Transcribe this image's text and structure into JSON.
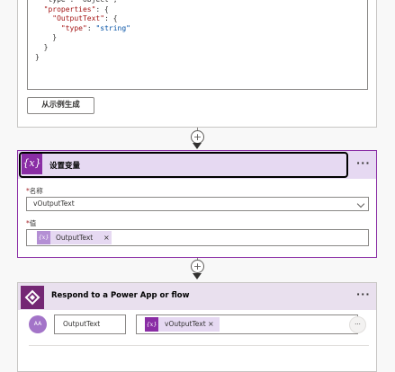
{
  "code_editor": {
    "lines": [
      {
        "indent": 2,
        "parts": [
          {
            "t": "\"type\": \"object\",",
            "c": "p"
          }
        ]
      },
      {
        "indent": 2,
        "parts": [
          {
            "t": "\"properties\"",
            "c": "k"
          },
          {
            "t": ": {",
            "c": "p"
          }
        ]
      },
      {
        "indent": 4,
        "parts": [
          {
            "t": "\"OutputText\"",
            "c": "k"
          },
          {
            "t": ": {",
            "c": "p"
          }
        ]
      },
      {
        "indent": 6,
        "parts": [
          {
            "t": "\"type\"",
            "c": "k"
          },
          {
            "t": ": ",
            "c": "p"
          },
          {
            "t": "\"string\"",
            "c": "s"
          }
        ]
      },
      {
        "indent": 4,
        "parts": [
          {
            "t": "}",
            "c": "p"
          }
        ]
      },
      {
        "indent": 2,
        "parts": [
          {
            "t": "}",
            "c": "p"
          }
        ]
      },
      {
        "indent": 0,
        "parts": [
          {
            "t": "}",
            "c": "p"
          }
        ]
      }
    ]
  },
  "schema_card": {
    "generate_button_label": "从示例生成"
  },
  "connector_1": {
    "plus_icon": "+"
  },
  "set_variable_card": {
    "icon_text": "{x}",
    "title": "设置变量",
    "more_icon": "···",
    "name_label_required": "*",
    "name_label": "名称",
    "name_value": "vOutputText",
    "value_label_required": "*",
    "value_label": "值",
    "value_token": {
      "icon_text": "{x}",
      "label": "OutputText",
      "remove": "×"
    }
  },
  "connector_2": {
    "plus_icon": "+"
  },
  "respond_card": {
    "title": "Respond to a Power App or flow",
    "more_icon": "···",
    "avatar_text": "AA",
    "output_key": "OutputText",
    "value_token": {
      "icon_text": "{x}",
      "label": "vOutputText",
      "remove": "×"
    },
    "row_more": "···"
  },
  "colors": {
    "accent_purple": "#8a2da5",
    "header_purple": "#e6d9f2",
    "powerapps_purple": "#742774"
  }
}
